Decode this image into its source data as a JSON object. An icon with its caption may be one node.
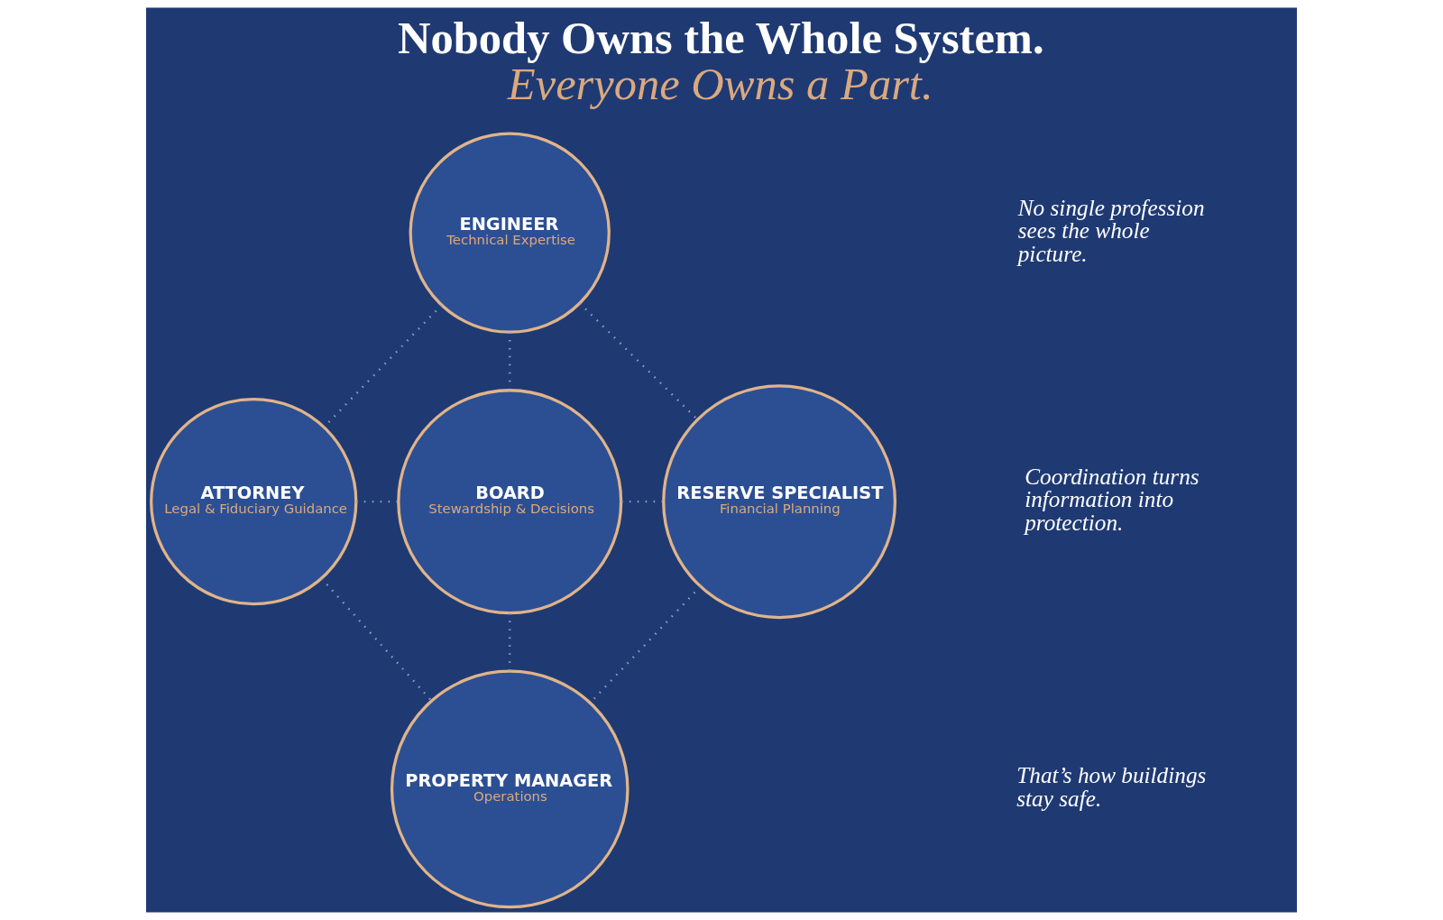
{
  "diagram": {
    "title": "Nobody Owns the Whole System. Everyone Owns a Part.",
    "nodes": [
      {
        "text": [
          "ENGINEER",
          "Technical Expertise"
        ]
      },
      {
        "text": [
          "ATTORNEY",
          "Legal & Fiduciary Guidance"
        ]
      },
      {
        "text": [
          "BOARD",
          "Stewardship & Decisions"
        ]
      },
      {
        "text": [
          "RESERVE SPECIALIST",
          "Financial Planning"
        ]
      },
      {
        "text": [
          "PROPERTY MANAGER",
          "Operations"
        ]
      }
    ],
    "edges": [
      {
        "from": 0,
        "to": 1,
        "arrow": "none"
      },
      {
        "from": 0,
        "to": 2,
        "arrow": "none"
      },
      {
        "from": 0,
        "to": 3,
        "arrow": "none"
      },
      {
        "from": 1,
        "to": 2,
        "arrow": "none"
      },
      {
        "from": 2,
        "to": 3,
        "arrow": "none"
      },
      {
        "from": 1,
        "to": 4,
        "arrow": "none"
      },
      {
        "from": 2,
        "to": 4,
        "arrow": "none"
      },
      {
        "from": 3,
        "to": 4,
        "arrow": "none"
      }
    ],
    "labels": [
      "No single profession sees the whole picture.",
      "Coordination turns information into protection.",
      "That’s how buildings stay safe."
    ]
  }
}
